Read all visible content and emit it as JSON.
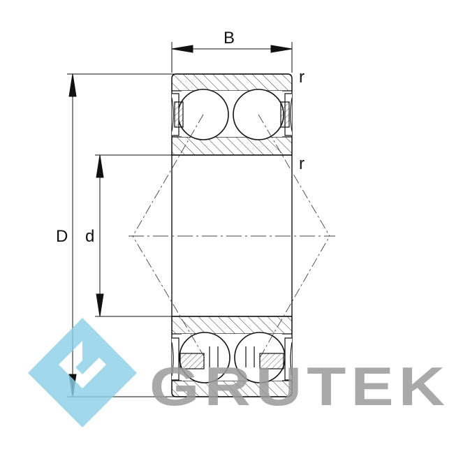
{
  "dimensions": {
    "width_label": "B",
    "outer_diameter_label": "D",
    "bore_diameter_label": "d",
    "radius_label_top": "r",
    "radius_label_inner": "r"
  },
  "watermark": {
    "brand_text": "GRUTEK",
    "logo_color": "#8ecfe8",
    "text_color": "#9a9a9a"
  },
  "colors": {
    "line": "#111111",
    "hatch": "#333333"
  }
}
